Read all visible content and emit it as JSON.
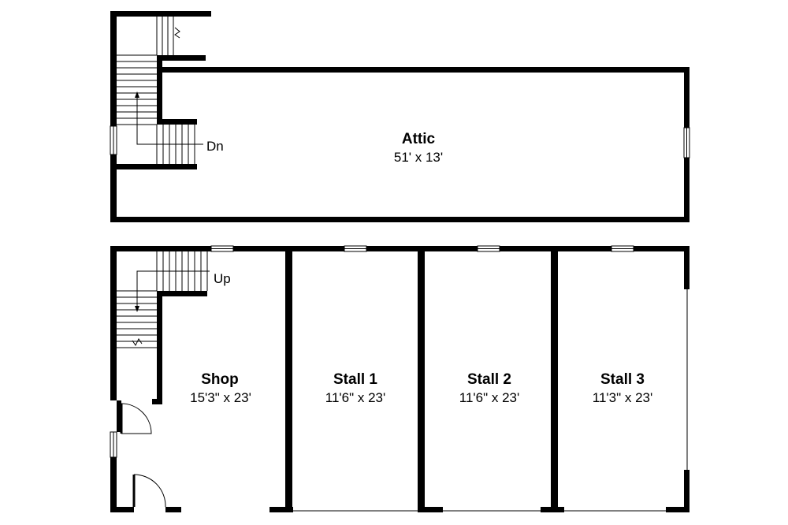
{
  "colors": {
    "wall": "#000000",
    "background": "#ffffff"
  },
  "upper_floor": {
    "attic": {
      "name": "Attic",
      "dims": "51' x 13'"
    },
    "stair_label": "Dn"
  },
  "lower_floor": {
    "shop": {
      "name": "Shop",
      "dims": "15'3\" x 23'"
    },
    "stall1": {
      "name": "Stall 1",
      "dims": "11'6\" x 23'"
    },
    "stall2": {
      "name": "Stall 2",
      "dims": "11'6\" x 23'"
    },
    "stall3": {
      "name": "Stall 3",
      "dims": "11'3\" x 23'"
    },
    "stair_label": "Up"
  }
}
